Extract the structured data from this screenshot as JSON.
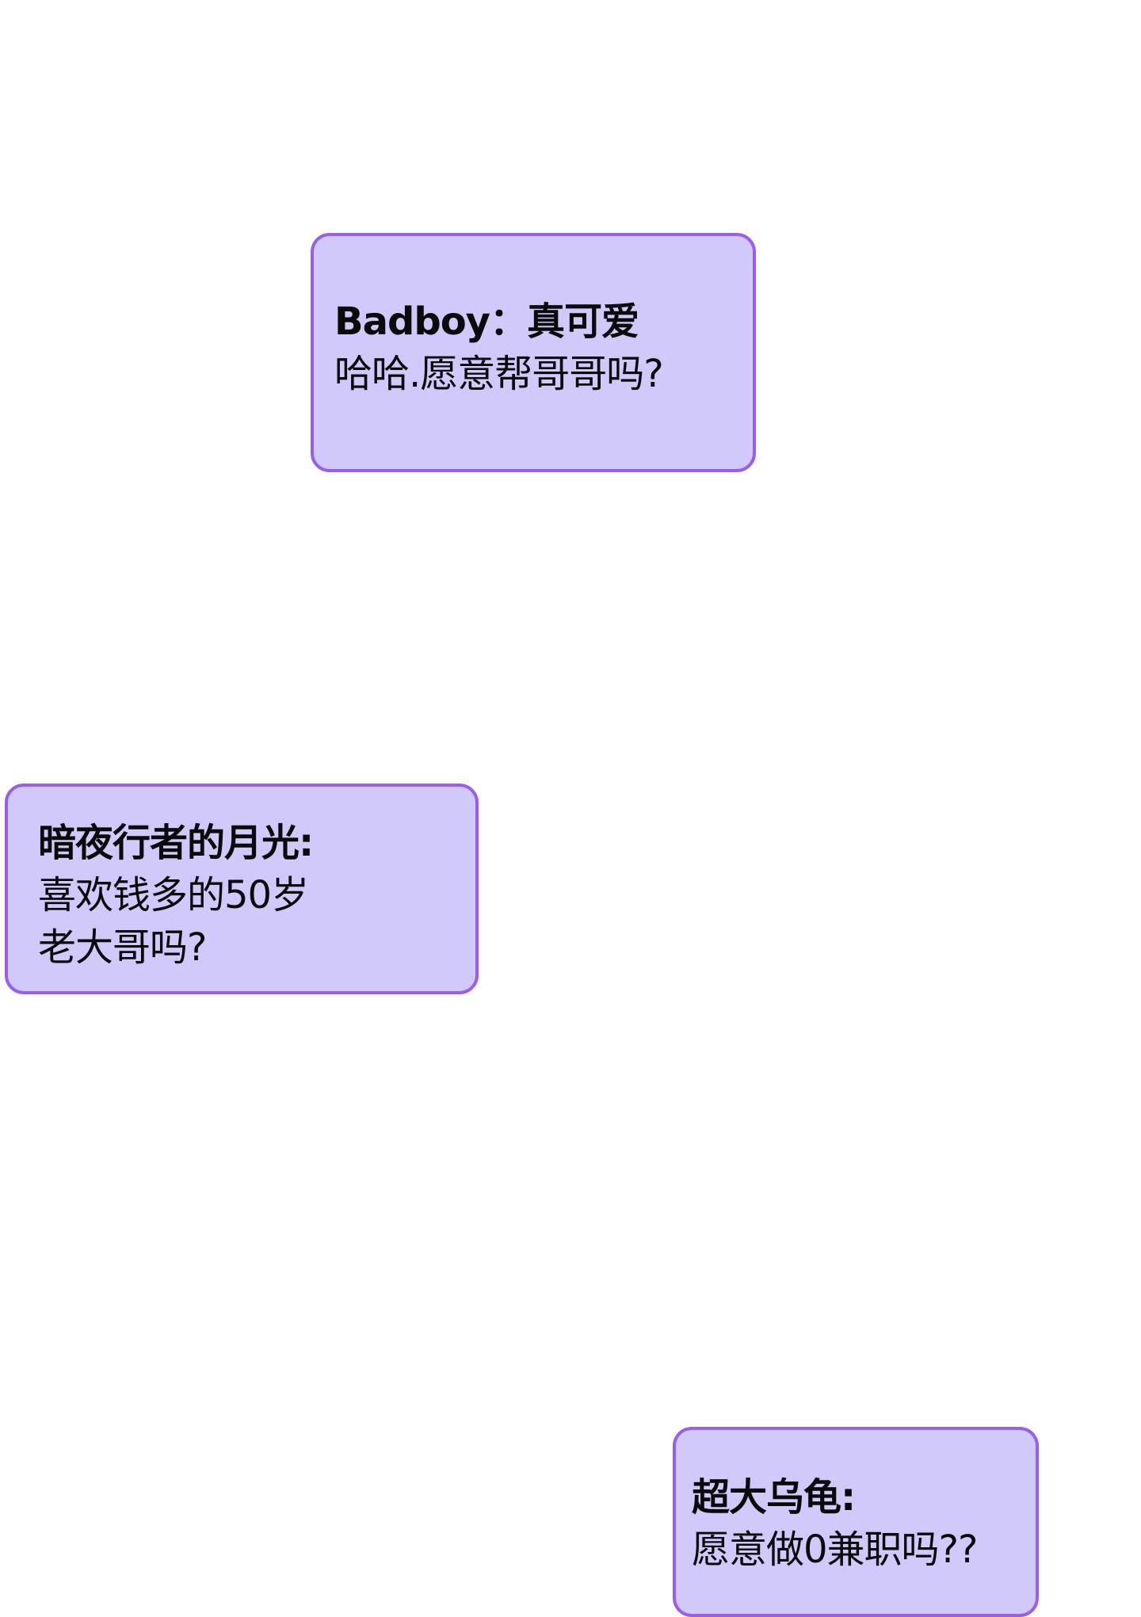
{
  "messages": [
    {
      "sender": "Badboy",
      "lines": [
        "Badboy：真可爱",
        "哈哈.愿意帮哥哥吗?"
      ]
    },
    {
      "sender": "暗夜行者的月光",
      "lines": [
        "暗夜行者的月光:",
        "喜欢钱多的50岁",
        "老大哥吗?"
      ]
    },
    {
      "sender": "超大乌龟",
      "lines": [
        "超大乌龟:",
        "愿意做0兼职吗??"
      ]
    }
  ],
  "colors": {
    "bubble_fill": "#d2c9fb",
    "bubble_border": "#9a5df0",
    "text": "#0a0a0a",
    "background": "#ffffff"
  }
}
